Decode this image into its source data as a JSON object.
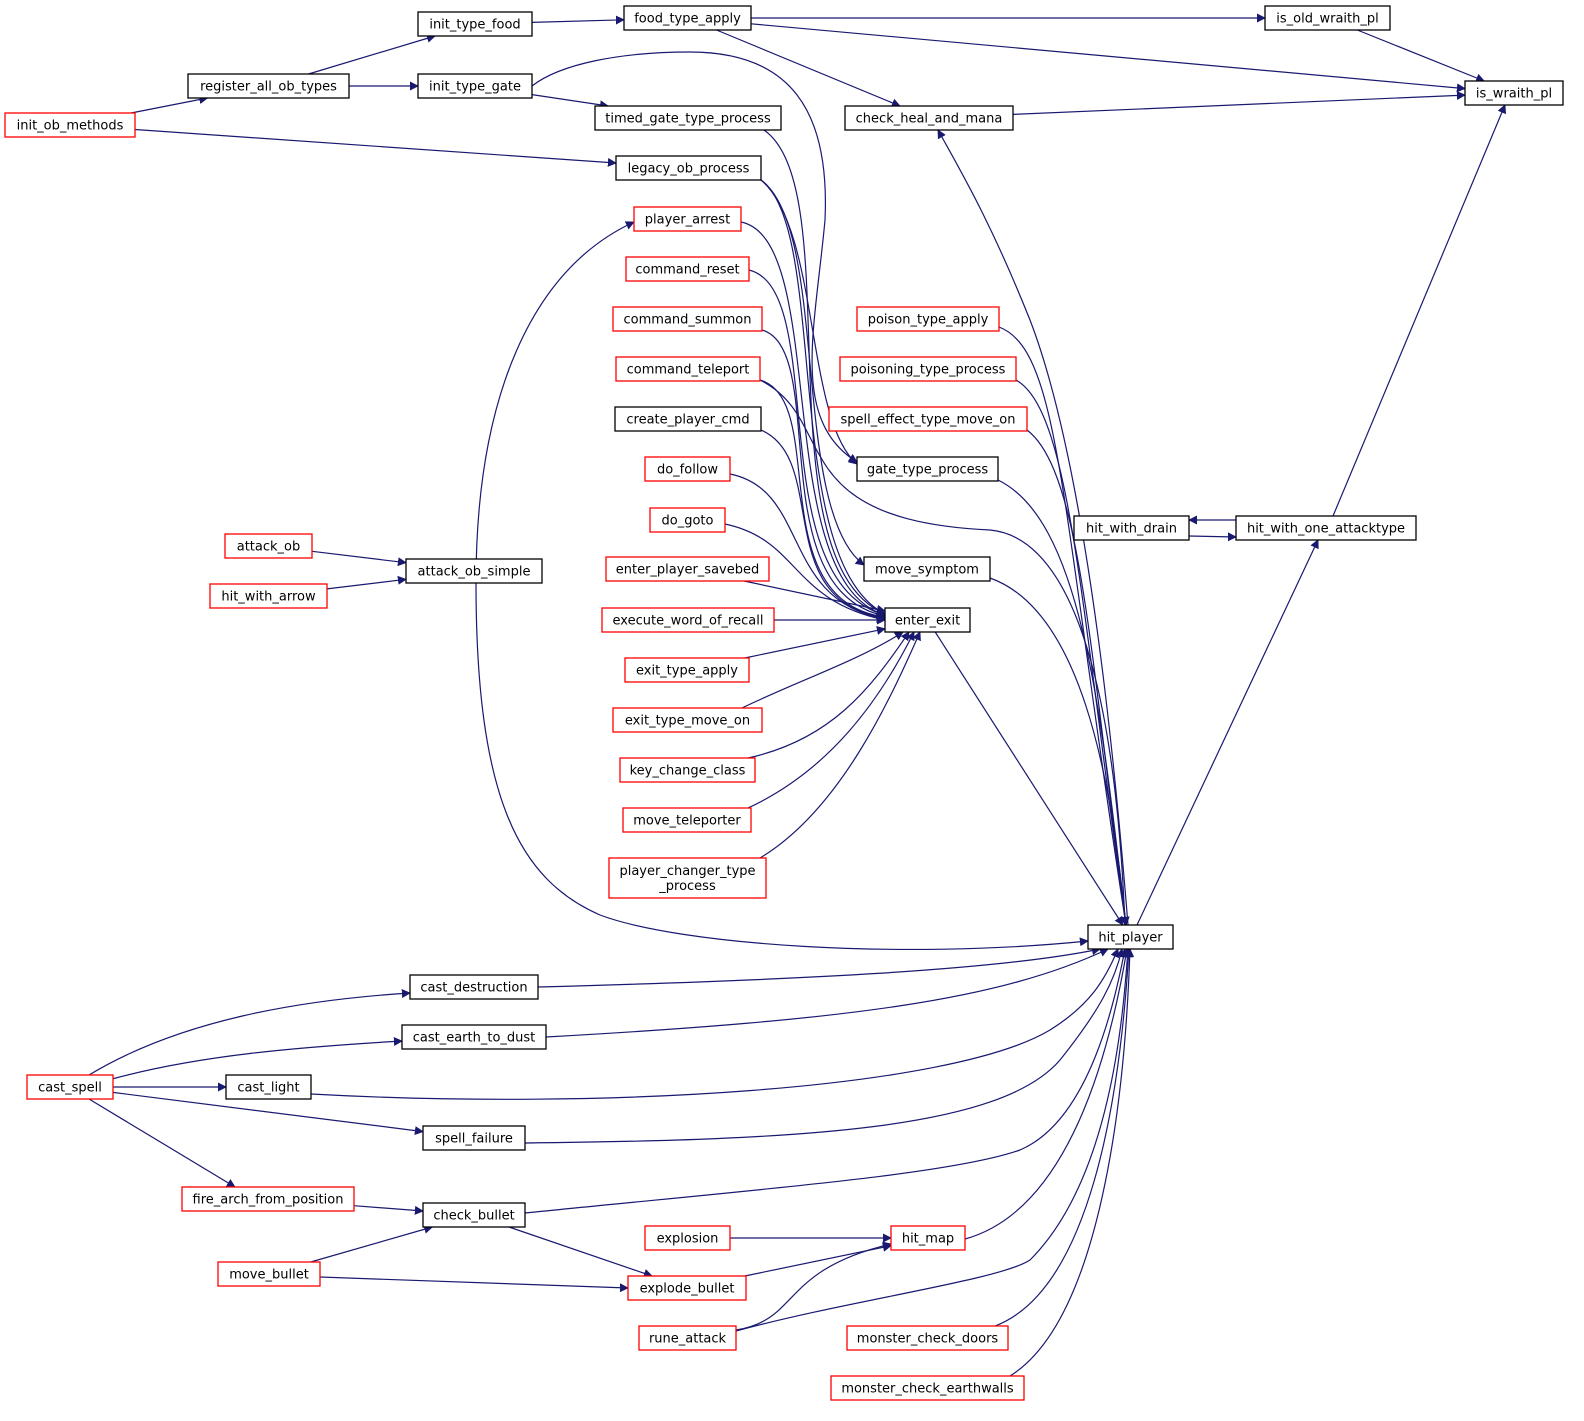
{
  "colors": {
    "edge": "#191970",
    "border_black": "#000000",
    "border_red": "#ff0000",
    "highlight_fill": "#bfbfbf"
  },
  "nodes": [
    {
      "id": "is_wraith_pl",
      "label": "is_wraith_pl",
      "border": "black",
      "highlight": true
    },
    {
      "id": "is_old_wraith_pl",
      "label": "is_old_wraith_pl",
      "border": "black"
    },
    {
      "id": "food_type_apply",
      "label": "food_type_apply",
      "border": "black"
    },
    {
      "id": "init_type_food",
      "label": "init_type_food",
      "border": "black"
    },
    {
      "id": "register_all_ob_types",
      "label": "register_all_ob_types",
      "border": "black"
    },
    {
      "id": "init_ob_methods",
      "label": "init_ob_methods",
      "border": "red"
    },
    {
      "id": "init_type_gate",
      "label": "init_type_gate",
      "border": "black"
    },
    {
      "id": "timed_gate_type_process",
      "label": "timed_gate_type_process",
      "border": "black"
    },
    {
      "id": "check_heal_and_mana",
      "label": "check_heal_and_mana",
      "border": "black"
    },
    {
      "id": "legacy_ob_process",
      "label": "legacy_ob_process",
      "border": "black"
    },
    {
      "id": "player_arrest",
      "label": "player_arrest",
      "border": "red"
    },
    {
      "id": "command_reset",
      "label": "command_reset",
      "border": "red"
    },
    {
      "id": "command_summon",
      "label": "command_summon",
      "border": "red"
    },
    {
      "id": "command_teleport",
      "label": "command_teleport",
      "border": "red"
    },
    {
      "id": "create_player_cmd",
      "label": "create_player_cmd",
      "border": "black"
    },
    {
      "id": "do_follow",
      "label": "do_follow",
      "border": "red"
    },
    {
      "id": "do_goto",
      "label": "do_goto",
      "border": "red"
    },
    {
      "id": "enter_player_savebed",
      "label": "enter_player_savebed",
      "border": "red"
    },
    {
      "id": "execute_word_of_recall",
      "label": "execute_word_of_recall",
      "border": "red"
    },
    {
      "id": "exit_type_apply",
      "label": "exit_type_apply",
      "border": "red"
    },
    {
      "id": "exit_type_move_on",
      "label": "exit_type_move_on",
      "border": "red"
    },
    {
      "id": "key_change_class",
      "label": "key_change_class",
      "border": "red"
    },
    {
      "id": "move_teleporter",
      "label": "move_teleporter",
      "border": "red"
    },
    {
      "id": "player_changer_type_process",
      "label": "player_changer_type",
      "label2": "_process",
      "border": "red"
    },
    {
      "id": "poison_type_apply",
      "label": "poison_type_apply",
      "border": "red"
    },
    {
      "id": "poisoning_type_process",
      "label": "poisoning_type_process",
      "border": "red"
    },
    {
      "id": "spell_effect_type_move_on",
      "label": "spell_effect_type_move_on",
      "border": "red"
    },
    {
      "id": "gate_type_process",
      "label": "gate_type_process",
      "border": "black"
    },
    {
      "id": "move_symptom",
      "label": "move_symptom",
      "border": "black"
    },
    {
      "id": "enter_exit",
      "label": "enter_exit",
      "border": "black"
    },
    {
      "id": "hit_with_drain",
      "label": "hit_with_drain",
      "border": "black"
    },
    {
      "id": "hit_with_one_attacktype",
      "label": "hit_with_one_attacktype",
      "border": "black"
    },
    {
      "id": "attack_ob",
      "label": "attack_ob",
      "border": "red"
    },
    {
      "id": "hit_with_arrow",
      "label": "hit_with_arrow",
      "border": "red"
    },
    {
      "id": "attack_ob_simple",
      "label": "attack_ob_simple",
      "border": "black"
    },
    {
      "id": "hit_player",
      "label": "hit_player",
      "border": "black"
    },
    {
      "id": "cast_destruction",
      "label": "cast_destruction",
      "border": "black"
    },
    {
      "id": "cast_earth_to_dust",
      "label": "cast_earth_to_dust",
      "border": "black"
    },
    {
      "id": "cast_spell",
      "label": "cast_spell",
      "border": "red"
    },
    {
      "id": "cast_light",
      "label": "cast_light",
      "border": "black"
    },
    {
      "id": "spell_failure",
      "label": "spell_failure",
      "border": "black"
    },
    {
      "id": "fire_arch_from_position",
      "label": "fire_arch_from_position",
      "border": "red"
    },
    {
      "id": "check_bullet",
      "label": "check_bullet",
      "border": "black"
    },
    {
      "id": "move_bullet",
      "label": "move_bullet",
      "border": "red"
    },
    {
      "id": "explosion",
      "label": "explosion",
      "border": "red"
    },
    {
      "id": "hit_map",
      "label": "hit_map",
      "border": "red"
    },
    {
      "id": "explode_bullet",
      "label": "explode_bullet",
      "border": "red"
    },
    {
      "id": "rune_attack",
      "label": "rune_attack",
      "border": "red"
    },
    {
      "id": "monster_check_doors",
      "label": "monster_check_doors",
      "border": "red"
    },
    {
      "id": "monster_check_earthwalls",
      "label": "monster_check_earthwalls",
      "border": "red"
    }
  ],
  "edges": [
    [
      "is_old_wraith_pl",
      "is_wraith_pl"
    ],
    [
      "food_type_apply",
      "is_old_wraith_pl"
    ],
    [
      "food_type_apply",
      "is_wraith_pl"
    ],
    [
      "check_heal_and_mana",
      "is_wraith_pl"
    ],
    [
      "hit_with_one_attacktype",
      "is_wraith_pl"
    ],
    [
      "init_type_food",
      "food_type_apply"
    ],
    [
      "register_all_ob_types",
      "init_type_food"
    ],
    [
      "register_all_ob_types",
      "init_type_gate"
    ],
    [
      "init_ob_methods",
      "register_all_ob_types"
    ],
    [
      "init_ob_methods",
      "legacy_ob_process"
    ],
    [
      "init_type_gate",
      "timed_gate_type_process"
    ],
    [
      "init_type_gate",
      "gate_type_process"
    ],
    [
      "timed_gate_type_process",
      "enter_exit"
    ],
    [
      "food_type_apply",
      "check_heal_and_mana"
    ],
    [
      "legacy_ob_process",
      "enter_exit"
    ],
    [
      "legacy_ob_process",
      "gate_type_process"
    ],
    [
      "legacy_ob_process",
      "move_symptom"
    ],
    [
      "attack_ob_simple",
      "player_arrest"
    ],
    [
      "player_arrest",
      "enter_exit"
    ],
    [
      "command_reset",
      "enter_exit"
    ],
    [
      "command_summon",
      "enter_exit"
    ],
    [
      "command_teleport",
      "enter_exit"
    ],
    [
      "create_player_cmd",
      "enter_exit"
    ],
    [
      "do_follow",
      "enter_exit"
    ],
    [
      "do_goto",
      "enter_exit"
    ],
    [
      "enter_player_savebed",
      "enter_exit"
    ],
    [
      "execute_word_of_recall",
      "enter_exit"
    ],
    [
      "exit_type_apply",
      "enter_exit"
    ],
    [
      "exit_type_move_on",
      "enter_exit"
    ],
    [
      "key_change_class",
      "enter_exit"
    ],
    [
      "move_teleporter",
      "enter_exit"
    ],
    [
      "player_changer_type_process",
      "enter_exit"
    ],
    [
      "hit_player",
      "check_heal_and_mana"
    ],
    [
      "poison_type_apply",
      "hit_player"
    ],
    [
      "poisoning_type_process",
      "hit_player"
    ],
    [
      "spell_effect_type_move_on",
      "hit_player"
    ],
    [
      "gate_type_process",
      "hit_player"
    ],
    [
      "move_symptom",
      "hit_player"
    ],
    [
      "enter_exit",
      "hit_player"
    ],
    [
      "command_teleport",
      "hit_player"
    ],
    [
      "hit_player",
      "hit_with_one_attacktype"
    ],
    [
      "hit_with_one_attacktype",
      "hit_with_drain"
    ],
    [
      "hit_with_drain",
      "hit_with_one_attacktype"
    ],
    [
      "attack_ob",
      "attack_ob_simple"
    ],
    [
      "hit_with_arrow",
      "attack_ob_simple"
    ],
    [
      "attack_ob_simple",
      "hit_player"
    ],
    [
      "cast_destruction",
      "hit_player"
    ],
    [
      "cast_earth_to_dust",
      "hit_player"
    ],
    [
      "cast_light",
      "hit_player"
    ],
    [
      "spell_failure",
      "hit_player"
    ],
    [
      "check_bullet",
      "hit_player"
    ],
    [
      "hit_map",
      "hit_player"
    ],
    [
      "rune_attack",
      "hit_player"
    ],
    [
      "monster_check_doors",
      "hit_player"
    ],
    [
      "monster_check_earthwalls",
      "hit_player"
    ],
    [
      "cast_spell",
      "cast_destruction"
    ],
    [
      "cast_spell",
      "cast_earth_to_dust"
    ],
    [
      "cast_spell",
      "cast_light"
    ],
    [
      "cast_spell",
      "spell_failure"
    ],
    [
      "cast_spell",
      "fire_arch_from_position"
    ],
    [
      "fire_arch_from_position",
      "check_bullet"
    ],
    [
      "move_bullet",
      "check_bullet"
    ],
    [
      "move_bullet",
      "explode_bullet"
    ],
    [
      "check_bullet",
      "explode_bullet"
    ],
    [
      "explosion",
      "hit_map"
    ],
    [
      "explode_bullet",
      "hit_map"
    ],
    [
      "rune_attack",
      "hit_map"
    ]
  ]
}
